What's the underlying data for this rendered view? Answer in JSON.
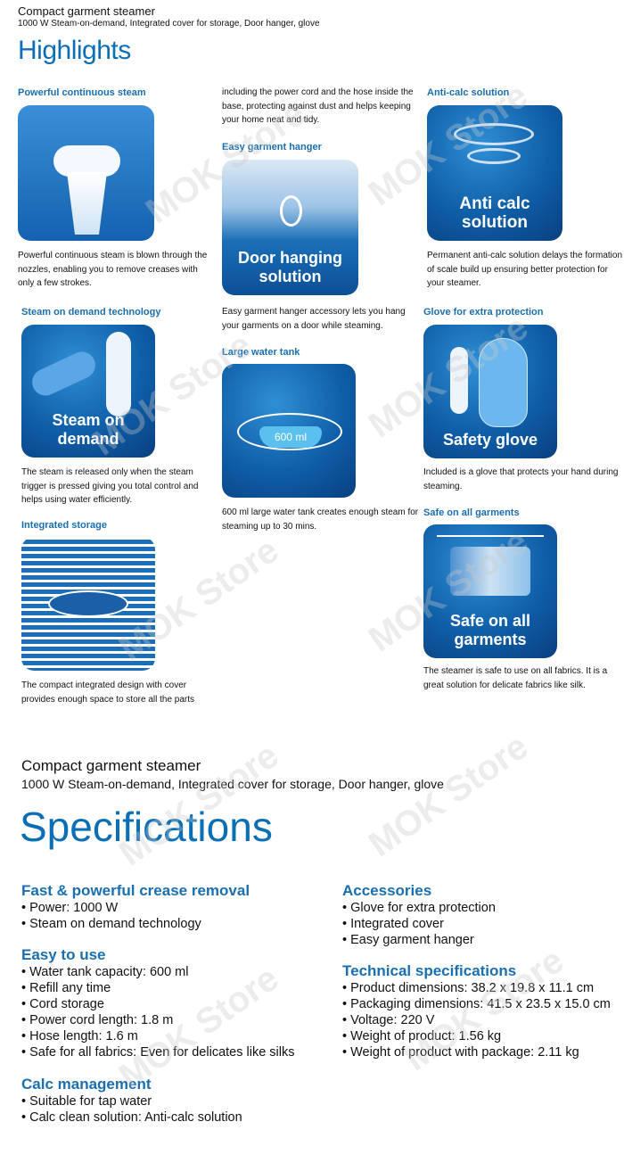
{
  "header": {
    "title": "Compact garment steamer",
    "subtitle": "1000 W Steam-on-demand, Integrated cover for storage, Door hanger, glove"
  },
  "highlights": {
    "title": "Highlights",
    "features": [
      {
        "heading": "Powerful continuous steam",
        "label": "",
        "text": "Powerful continuous steam is blown through the nozzles, enabling you to remove creases with only a few strokes."
      },
      {
        "heading": "Steam on demand technology",
        "label": "Steam on demand",
        "text": "The steam is released only when the steam trigger is pressed giving you total control and helps using water efficiently."
      },
      {
        "heading": "Integrated storage",
        "label": "",
        "text": "The compact integrated design with cover provides enough space to store all the parts"
      },
      {
        "heading": "",
        "label": "",
        "text": "including the power cord and the hose inside the base, protecting against dust and helps keeping your home neat and tidy."
      },
      {
        "heading": "Easy garment hanger",
        "label": "Door hanging solution",
        "text": "Easy garment hanger accessory lets you hang your garments on a door while steaming."
      },
      {
        "heading": "Large water tank",
        "label": "600 ml",
        "text": "600 ml large water tank creates enough steam for steaming up to 30 mins."
      },
      {
        "heading": "Anti-calc solution",
        "label": "Anti calc solution",
        "text": "Permanent anti-calc solution delays the formation of scale build up ensuring better protection for your steamer."
      },
      {
        "heading": "Glove for extra protection",
        "label": "Safety glove",
        "text": "Included is a glove that protects your hand during steaming."
      },
      {
        "heading": "Safe on all garments",
        "label": "Safe on all garments",
        "text": "The steamer is safe to use on all fabrics. It is a great solution for delicate fabrics like silk."
      }
    ]
  },
  "specs": {
    "title": "Compact garment steamer",
    "subtitle": "1000 W Steam-on-demand, Integrated cover for storage, Door hanger, glove",
    "heading": "Specifications",
    "groups": [
      {
        "title": "Fast & powerful crease removal",
        "items": [
          "Power: 1000 W",
          "Steam on demand technology"
        ]
      },
      {
        "title": "Easy to use",
        "items": [
          "Water tank capacity: 600 ml",
          "Refill any time",
          "Cord storage",
          "Power cord length: 1.8 m",
          "Hose length: 1.6 m",
          "Safe for all fabrics: Even for delicates like silks"
        ]
      },
      {
        "title": "Calc management",
        "items": [
          "Suitable for tap water",
          "Calc clean solution: Anti-calc solution"
        ]
      },
      {
        "title": "Accessories",
        "items": [
          "Glove for extra protection",
          "Integrated cover",
          "Easy garment hanger"
        ]
      },
      {
        "title": "Technical specifications",
        "items": [
          "Product dimensions: 38.2 x 19.8 x 11.1 cm",
          "Packaging dimensions: 41.5 x 23.5 x 15.0 cm",
          "Voltage: 220 V",
          "Weight of product: 1.56 kg",
          "Weight of product with package: 2.11 kg"
        ]
      }
    ]
  },
  "watermark": "MOK Store",
  "colors": {
    "accent": "#1a6fb0",
    "tile": "#0f5fa8"
  }
}
